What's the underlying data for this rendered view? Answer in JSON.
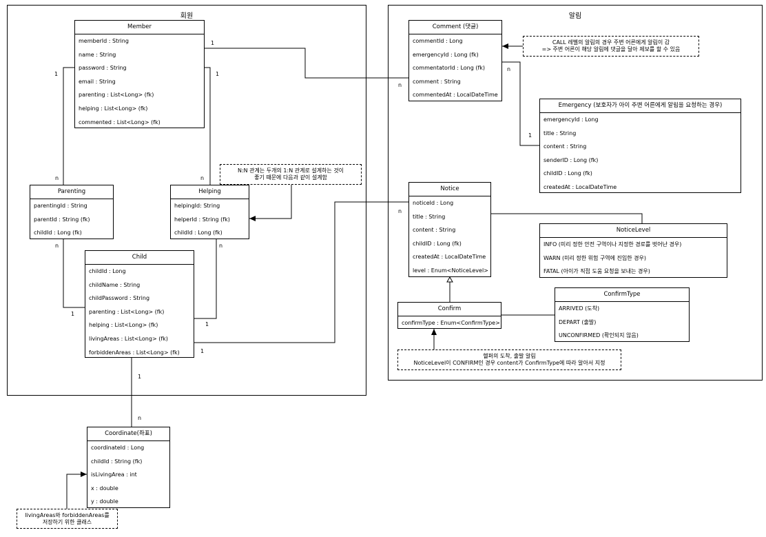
{
  "frames": {
    "member": "회원",
    "notify": "알림"
  },
  "classes": {
    "member": {
      "title": "Member",
      "fields": [
        "memberId : String",
        "name : String",
        "password : String",
        "email : String",
        "parenting : List<Long> (fk)",
        "helping : List<Long> (fk)",
        "commented : List<Long> (fk)"
      ]
    },
    "parenting": {
      "title": "Parenting",
      "fields": [
        "parentingId : String",
        "parentId : String (fk)",
        "childId : Long (fk)"
      ]
    },
    "helping": {
      "title": "Helping",
      "fields": [
        "helpingId: String",
        "helperId : String (fk)",
        "childId : Long (fk)"
      ]
    },
    "child": {
      "title": "Child",
      "fields": [
        "childId : Long",
        "childName : String",
        "childPassword : String",
        "parenting : List<Long> (fk)",
        "helping : List<Long> (fk)",
        "livingAreas : List<Long> (fk)",
        "forbiddenAreas : List<Long> (fk)"
      ]
    },
    "coordinate": {
      "title": "Coordinate(좌표)",
      "fields": [
        "coordinateId : Long",
        "childId : String (fk)",
        "isLivingArea : int",
        "x : double",
        "y : double"
      ]
    },
    "comment": {
      "title": "Comment (댓글)",
      "fields": [
        "commentId : Long",
        "emergencyId : Long (fk)",
        "commentatorId : Long (fk)",
        "comment : String",
        "commentedAt : LocalDateTime"
      ]
    },
    "emergency": {
      "title": "Emergency (보호자가 아이 주변 어른에게 알림을 요청하는 경우)",
      "fields": [
        "emergencyId : Long",
        "title : String",
        "content : String",
        "senderID : Long (fk)",
        "childID : Long (fk)",
        "createdAt : LocalDateTime"
      ]
    },
    "notice": {
      "title": "Notice",
      "fields": [
        "noticeId : Long",
        "title : String",
        "content : String",
        "childID : Long (fk)",
        "createdAt : LocalDateTime",
        "level : Enum<NoticeLevel>"
      ]
    },
    "noticelevel": {
      "title": "NoticeLevel",
      "fields": [
        "INFO (미리 정한 안전 구역이나 지정한 경로를 벗어난 경우)",
        "WARN (미리 정한 위험 구역에 진입한 경우)",
        "FATAL (아이가 직접 도움 요청을 보내는 경우)"
      ]
    },
    "confirm": {
      "title": "Confirm",
      "fields": [
        "confirmType : Enum<ConfirmType>"
      ]
    },
    "confirmtype": {
      "title": "ConfirmType",
      "fields": [
        "ARRIVED (도착)",
        "DEPART (출발)",
        "UNCONFIRMED (확인되지 않음)"
      ]
    }
  },
  "notes": {
    "nn": [
      "N:N 관계는 두개의 1:N 관계로 설계하는 것이",
      "좋기 때문에 다음과 같이 설계함"
    ],
    "call": [
      "CALL 레벨의 알림의 경우 주변 어른에게 알림이 감",
      "=> 주변 어른이 해당 알림에 댓글을 달아 제보를 할 수 있음"
    ],
    "helper": [
      "헬퍼의 도착, 출발 알림",
      "NoticeLevel이 CONFIRM인 경우 content가 ConfirmType에 따라 알아서 지정"
    ],
    "coord": [
      "livingAreas와 forbiddenAreas를",
      "저장하기 위한 클래스"
    ]
  },
  "multiplicities": {
    "m_comment_1": "1",
    "m_comment_n": "n",
    "m_parenting_1": "1",
    "m_parenting_n": "n",
    "m_helping_1": "1",
    "m_helping_n": "n",
    "parenting_child_n": "n",
    "parenting_child_1": "1",
    "helping_child_n": "n",
    "helping_child_1": "1",
    "comment_emergency_n": "n",
    "comment_emergency_1": "1",
    "child_notice_1": "1",
    "child_notice_n": "n",
    "child_coord_1": "1",
    "child_coord_n": "n"
  }
}
